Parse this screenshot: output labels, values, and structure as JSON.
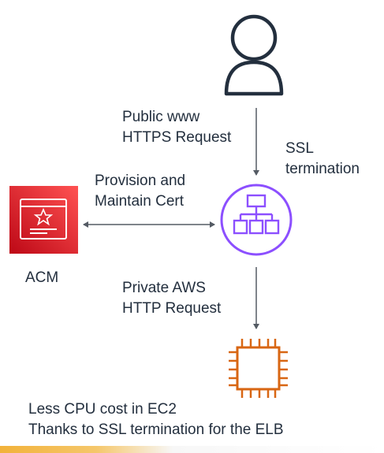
{
  "labels": {
    "public_request_line1": "Public www",
    "public_request_line2": "HTTPS Request",
    "ssl_termination_line1": "SSL",
    "ssl_termination_line2": "termination",
    "provision_line1": "Provision and",
    "provision_line2": "Maintain Cert",
    "acm": "ACM",
    "private_request_line1": "Private AWS",
    "private_request_line2": "HTTP Request",
    "footer_line1": "Less CPU cost in EC2",
    "footer_line2": "Thanks to SSL termination for the ELB"
  },
  "icons": {
    "user": "user-icon",
    "load_balancer": "load-balancer-icon",
    "certificate_manager": "acm-icon",
    "ec2_instance": "ec2-chip-icon"
  },
  "colors": {
    "text": "#232f3e",
    "arrow": "#545b64",
    "acm_red": "#dd344c",
    "elb_purple": "#8c4fff",
    "ec2_orange": "#d86613"
  }
}
